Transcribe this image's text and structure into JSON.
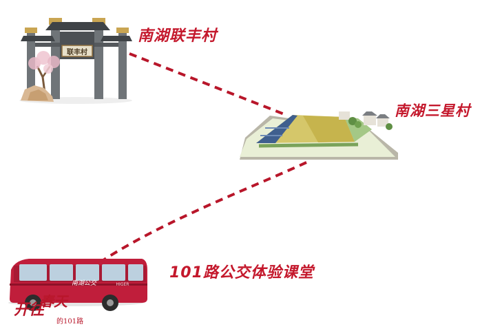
{
  "nodes": {
    "gate": {
      "label": "南湖联丰村",
      "sign": "联丰村"
    },
    "farm": {
      "label": "南湖三星村"
    },
    "classroom": {
      "label": "101路公交体验课堂"
    }
  },
  "bus": {
    "side_text": "南湖公交",
    "brand": "HIGER"
  },
  "logo": {
    "line1": "开往",
    "line2": "春天",
    "line3": "的101路"
  },
  "colors": {
    "accent": "#c4182c",
    "route_line": "#b8162a"
  }
}
